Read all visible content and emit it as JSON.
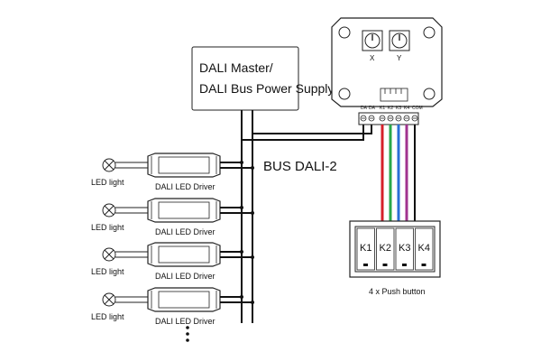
{
  "master": {
    "line1": "DALI Master/",
    "line2": "DALI Bus Power Supply"
  },
  "bus_label": "BUS DALI-2",
  "module": {
    "dial_x": "X",
    "dial_y": "Y",
    "terminals": [
      "DA",
      "DA",
      "K1",
      "K2",
      "K3",
      "K4",
      "COM"
    ]
  },
  "push_button": {
    "keys": [
      "K1",
      "K2",
      "K3",
      "K4"
    ],
    "caption": "4 x Push button"
  },
  "loads": [
    {
      "light": "LED light",
      "driver": "DALI LED Driver"
    },
    {
      "light": "LED light",
      "driver": "DALI LED Driver"
    },
    {
      "light": "LED light",
      "driver": "DALI LED Driver"
    },
    {
      "light": "LED light",
      "driver": "DALI LED Driver"
    }
  ],
  "wire_colors": {
    "k1": "#d61f2a",
    "k2": "#2aa84a",
    "k3": "#2a6fd6",
    "k4": "#a0338f",
    "bus": "#111111"
  }
}
